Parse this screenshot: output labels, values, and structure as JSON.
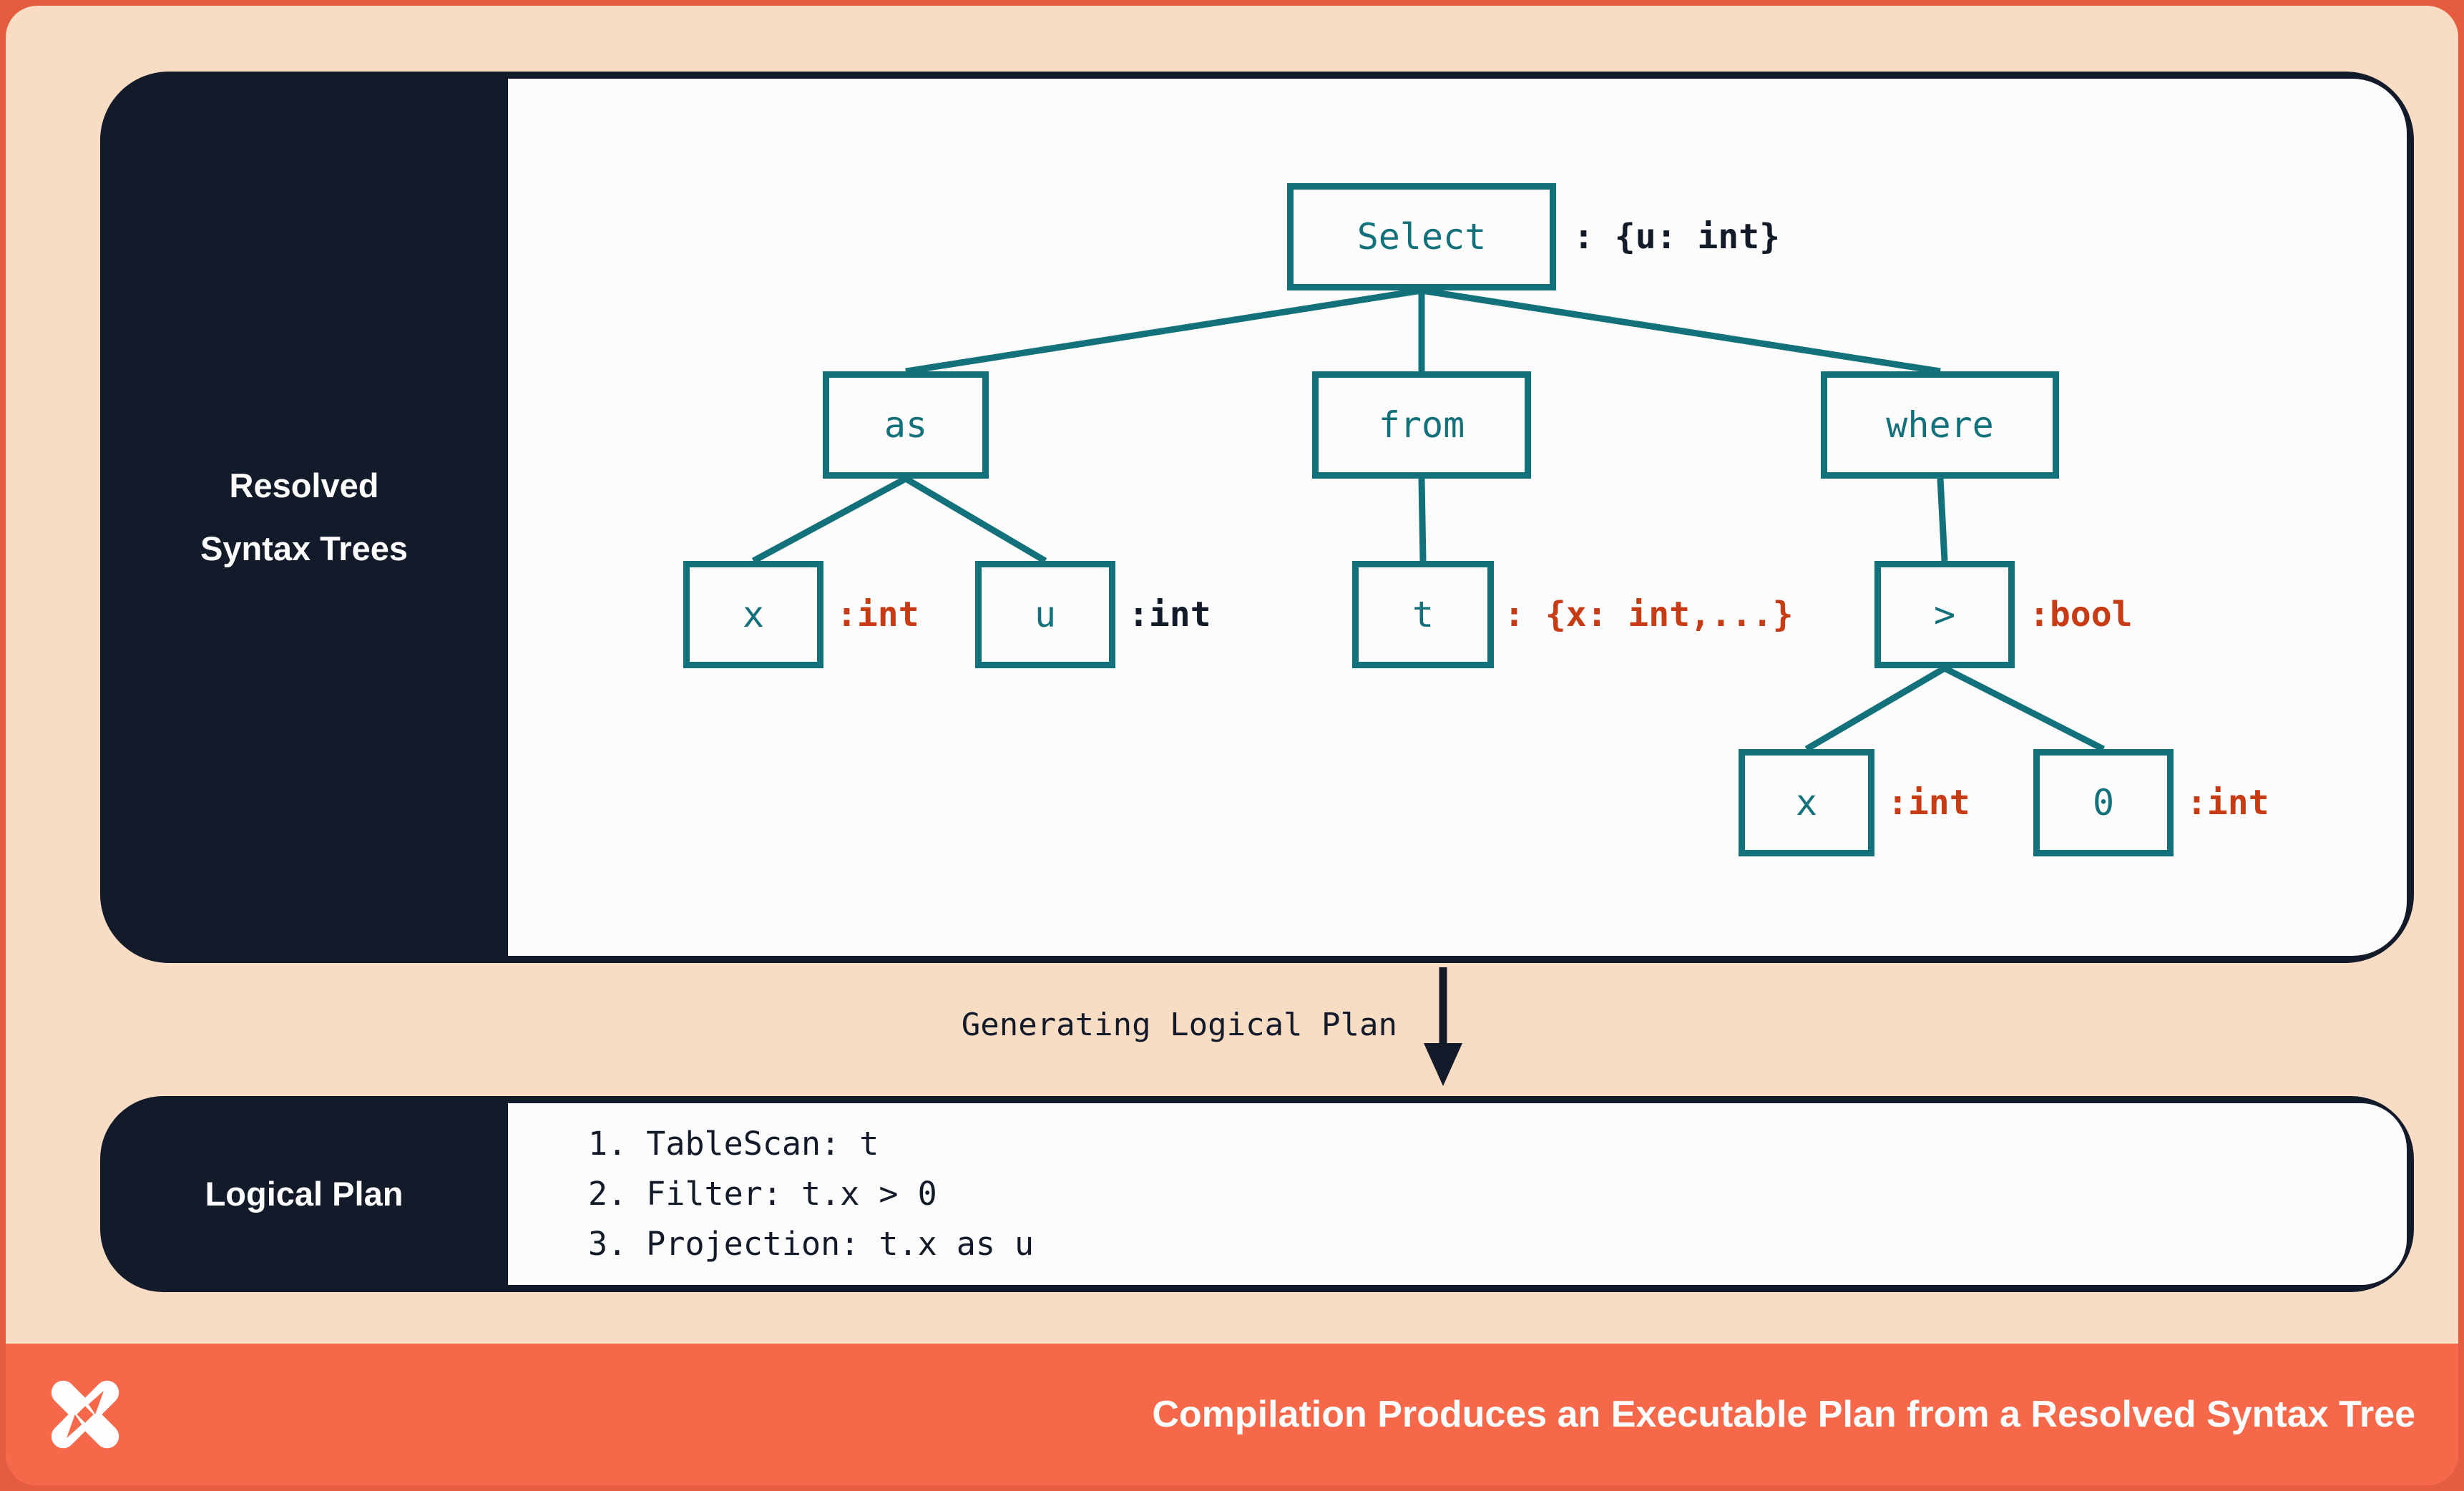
{
  "palette": {
    "frame-orange": "#E65C3F",
    "footer-orange": "#F5684A",
    "peach": "#F8DCC3",
    "navy": "#131B2B",
    "panel-light": "#FCFCFD",
    "teal": "#12717A",
    "red": "#C73B15",
    "white": "#FDFDFD"
  },
  "top_panel": {
    "title_line1": "Resolved",
    "title_line2": "Syntax Trees"
  },
  "tree": {
    "nodes": {
      "select": {
        "label": "Select",
        "annotation": ": {u: int}",
        "annotation_color": "navy"
      },
      "as": {
        "label": "as"
      },
      "from": {
        "label": "from"
      },
      "where": {
        "label": "where"
      },
      "x1": {
        "label": "x",
        "annotation": ":int",
        "annotation_color": "red"
      },
      "u": {
        "label": "u",
        "annotation": ":int",
        "annotation_color": "navy"
      },
      "t": {
        "label": "t",
        "annotation": ": {x: int,...}",
        "annotation_color": "red"
      },
      "gt": {
        "label": ">",
        "annotation": ":bool",
        "annotation_color": "red"
      },
      "x2": {
        "label": "x",
        "annotation": ":int",
        "annotation_color": "red"
      },
      "zero": {
        "label": "0",
        "annotation": ":int",
        "annotation_color": "red"
      }
    }
  },
  "transition": {
    "label": "Generating Logical Plan"
  },
  "bottom_panel": {
    "title": "Logical Plan",
    "steps": [
      "1. TableScan: t",
      "2. Filter: t.x > 0",
      "3. Projection: t.x as u"
    ]
  },
  "footer": {
    "title": "Compilation Produces an Executable Plan from a Resolved Syntax Tree",
    "logo": "x-pinwheel-logo"
  }
}
